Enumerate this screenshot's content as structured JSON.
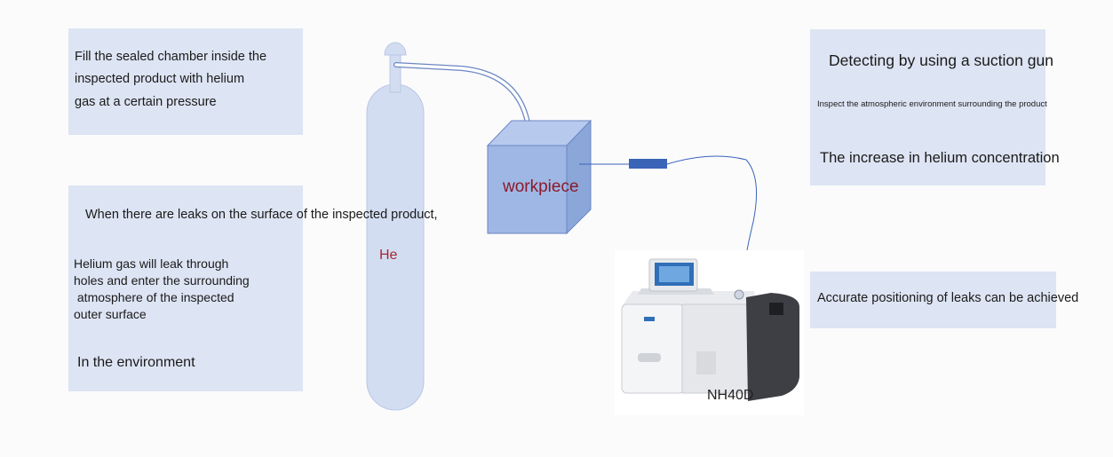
{
  "left_panels": {
    "fill_text": [
      "Fill the sealed chamber inside the",
      "inspected product with helium",
      "gas at a certain pressure"
    ],
    "leak_text": "When there are leaks on the surface of the inspected product,",
    "helium_text": [
      "Helium gas will leak through",
      "holes and enter the surrounding",
      " atmosphere of the inspected",
      "outer surface"
    ],
    "environment_text": "In the environment"
  },
  "right_panels": {
    "detect_title": "Detecting by using a suction gun",
    "detect_sub": "Inspect the atmospheric environment surrounding the product",
    "increase_text": "The increase in helium concentration",
    "accurate_text": "Accurate positioning of leaks can be achieved"
  },
  "diagram": {
    "cylinder_label": "He",
    "workpiece_label": "workpiece",
    "machine_label": "NH40D",
    "colors": {
      "panel": "#dde4f3",
      "cylinder": "#d3ddf2",
      "cube_front": "#9fb7e4",
      "cube_top": "#b7caee",
      "cube_side": "#8ba7da",
      "stroke": "#6b86c2",
      "workpiece_text": "#8b1a2b",
      "he_text": "#a5292f",
      "probe": "#3a64b8"
    }
  }
}
